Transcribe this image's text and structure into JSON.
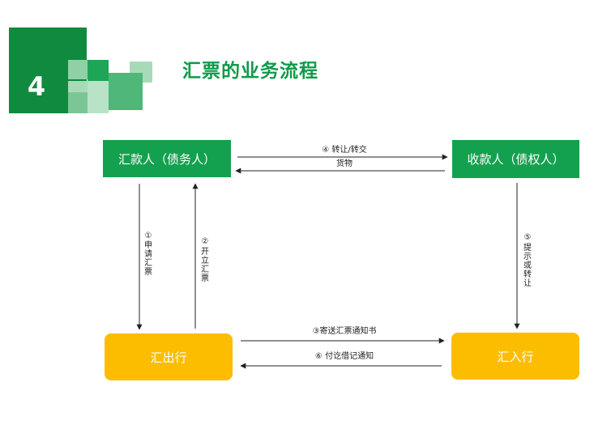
{
  "section": {
    "number": "4"
  },
  "title": "汇票的业务流程",
  "nodes": {
    "remitter": "汇款人（债务人）",
    "payee": "收款人（债权人）",
    "remitting_bank": "汇出行",
    "paying_bank": "汇入行"
  },
  "edges": {
    "transfer": "④ 转让/转交",
    "goods": "货物",
    "apply_num": "①",
    "apply_text": "申请汇票",
    "issue_num": "②",
    "issue_text": "开立汇票",
    "present_num": "⑤",
    "present_text": "提示或转让",
    "notice": "③寄送汇票通知书",
    "debit": "⑥ 付讫借记通知"
  },
  "colors": {
    "green": "#14a14f",
    "dark_green": "#0f8a3e",
    "yellow": "#fcbd00"
  }
}
